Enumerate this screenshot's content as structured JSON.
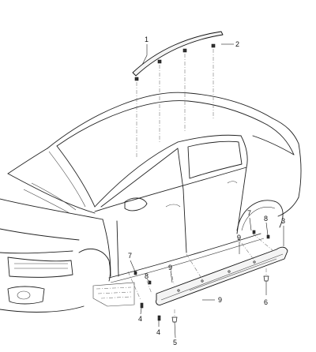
{
  "callouts": {
    "c1": "1",
    "c2": "2",
    "c3": "3",
    "c4a": "4",
    "c4b": "4",
    "c5": "5",
    "c6": "6",
    "c7a": "7",
    "c7b": "7",
    "c8a": "8",
    "c8b": "8",
    "c9a": "9",
    "c9b": "9",
    "c9c": "9"
  }
}
